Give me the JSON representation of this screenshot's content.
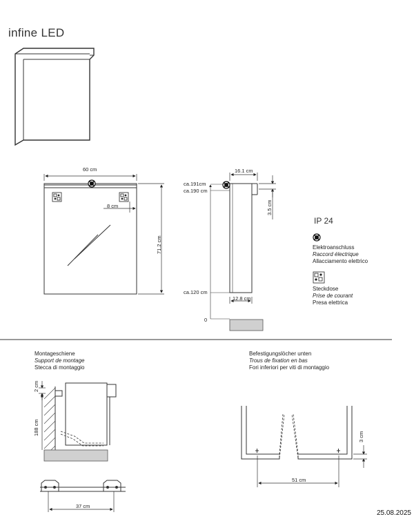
{
  "title": "infine LED",
  "front_view": {
    "width_label": "60 cm",
    "height_label": "71.2 cm",
    "offset_label": "8 cm"
  },
  "side_view": {
    "depth_label": "16.1 cm",
    "top_height_label": "3.5 cm",
    "inner_depth_label": "12.8 cm",
    "height_191": "ca.191cm",
    "height_190": "ca.190 cm",
    "height_120": "ca.120 cm",
    "floor_label": "0"
  },
  "ip_rating": "IP 24",
  "legend": {
    "electrical": {
      "icon": "electrical-connection-icon",
      "de": "Elektroanschluss",
      "fr": "Raccord électrique",
      "it": "Allacciamento elettrico"
    },
    "socket": {
      "icon": "socket-outlet-icon",
      "de": "Steckdose",
      "fr": "Prise de courant",
      "it": "Presa elettrica"
    }
  },
  "mounting_rail": {
    "de": "Montageschiene",
    "fr": "Support de montage",
    "it": "Stecca di montaggio",
    "dim_2": "2 cm",
    "dim_188": "188 cm",
    "dim_37": "37 cm"
  },
  "bottom_holes": {
    "de": "Befestigungslöcher unten",
    "fr": "Trous de fixation en bas",
    "it": "Fori inferiori per viti di montaggio",
    "dim_51": "51 cm",
    "dim_3": "3 cm"
  },
  "date": "25.08.2025"
}
